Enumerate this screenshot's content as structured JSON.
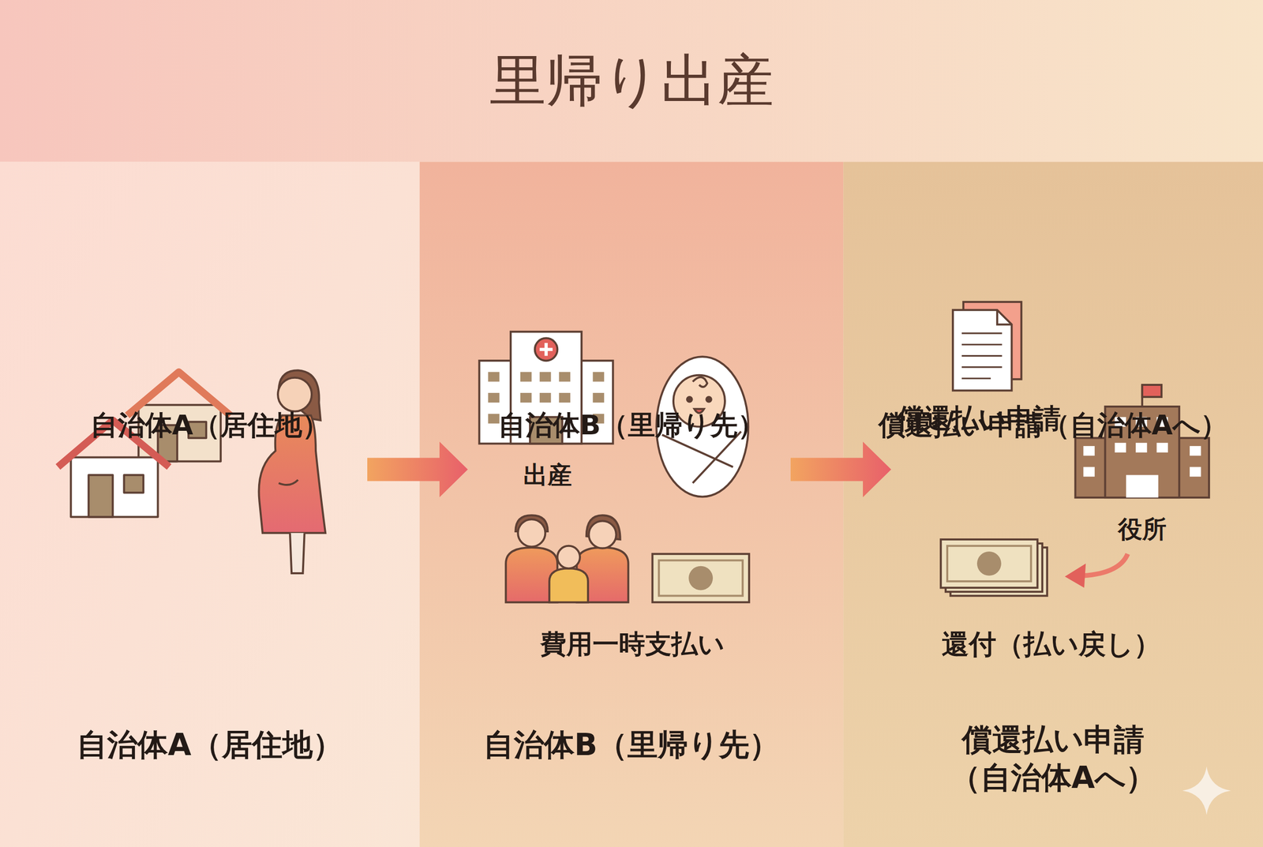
{
  "diagram": {
    "title": "里帰り出産",
    "nodes": [
      {
        "text": [
          "自治体A（居住地）",
          "自治体A（居住地）"
        ]
      },
      {
        "text": [
          "自治体B（里帰り先）",
          "自治体B（里帰り先）"
        ]
      },
      {
        "text": [
          "償還払い申請（自治体Aへ）",
          "償還払い申請 （自治体Aへ）"
        ]
      }
    ],
    "edges": [
      {
        "from": 0,
        "to": 1,
        "arrow": "to"
      },
      {
        "from": 1,
        "to": 2,
        "arrow": "to"
      }
    ],
    "labels": [
      "出産",
      "費用一時支払い",
      "償還払い申請",
      "役所",
      "還付（払い戻し）"
    ]
  }
}
